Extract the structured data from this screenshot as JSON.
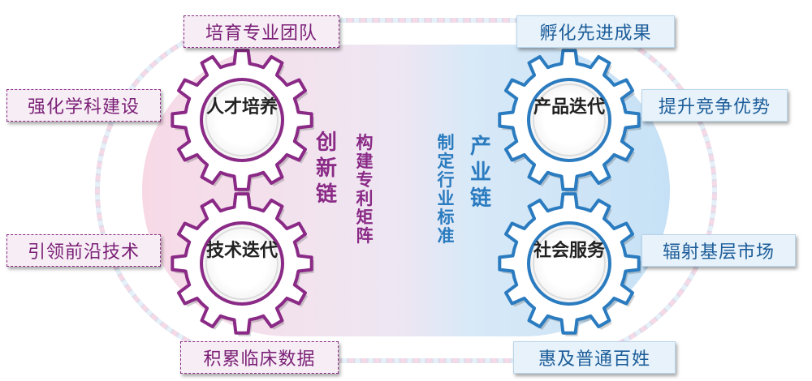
{
  "colors": {
    "innovation_purple": "#8a2a86",
    "industry_blue": "#2a7bbf",
    "left_bg": "#f6dce8",
    "right_bg": "#cfe6f7"
  },
  "gears": {
    "talent": "人才培养",
    "tech": "技术迭代",
    "product": "产品迭代",
    "service": "社会服务"
  },
  "chains": {
    "innovation": "创新链",
    "industry": "产业链"
  },
  "center_text": {
    "patent": "构建专利矩阵",
    "standard": "制定行业标准"
  },
  "left_labels": {
    "top": "培育专业团队",
    "upper": "强化学科建设",
    "lower": "引领前沿技术",
    "bottom": "积累临床数据"
  },
  "right_labels": {
    "top": "孵化先进成果",
    "upper": "提升竞争优势",
    "lower": "辐射基层市场",
    "bottom": "惠及普通百姓"
  }
}
